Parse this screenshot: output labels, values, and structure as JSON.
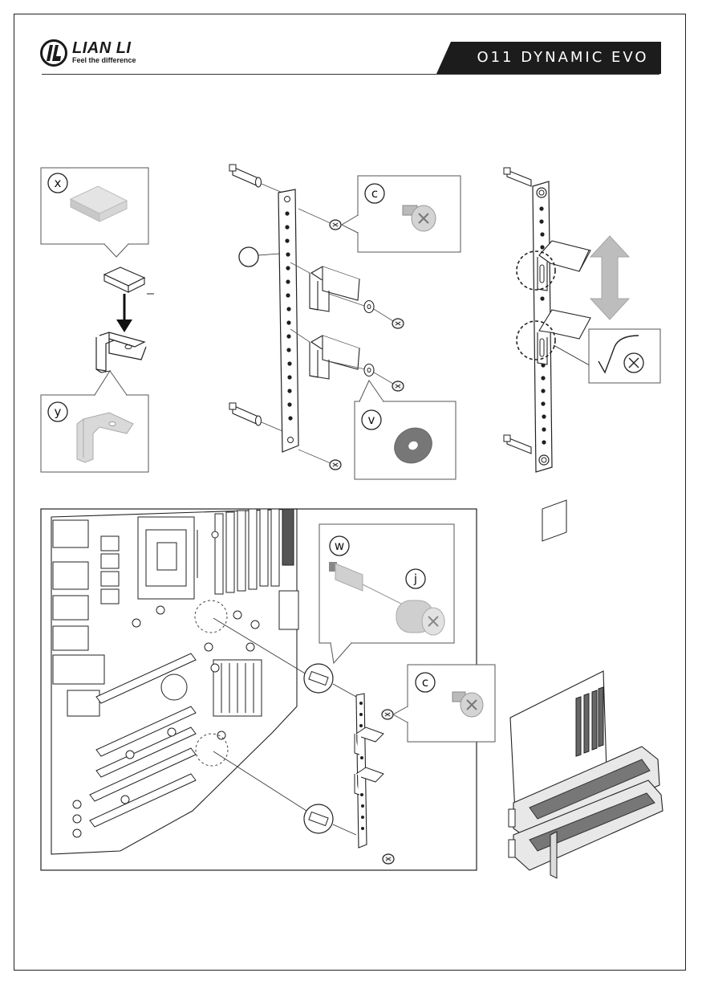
{
  "header": {
    "brand_name": "LIAN LI",
    "brand_tagline": "Feel the difference",
    "product_name": "O11 DYNAMIC EVO"
  },
  "callouts": {
    "x": "x",
    "y": "y",
    "c_top": "c",
    "v": "v",
    "w": "w",
    "j": "j",
    "c_bottom": "c"
  },
  "icons": {
    "logo": "lian-li-logo-icon",
    "check": "check-icon",
    "cross": "cross-circle-icon",
    "arrow": "double-arrow-icon"
  },
  "colors": {
    "line": "#1f1f1f",
    "fill_gray": "#cfcfcf",
    "dark_gray": "#888888",
    "banner": "#1c1c1c"
  }
}
